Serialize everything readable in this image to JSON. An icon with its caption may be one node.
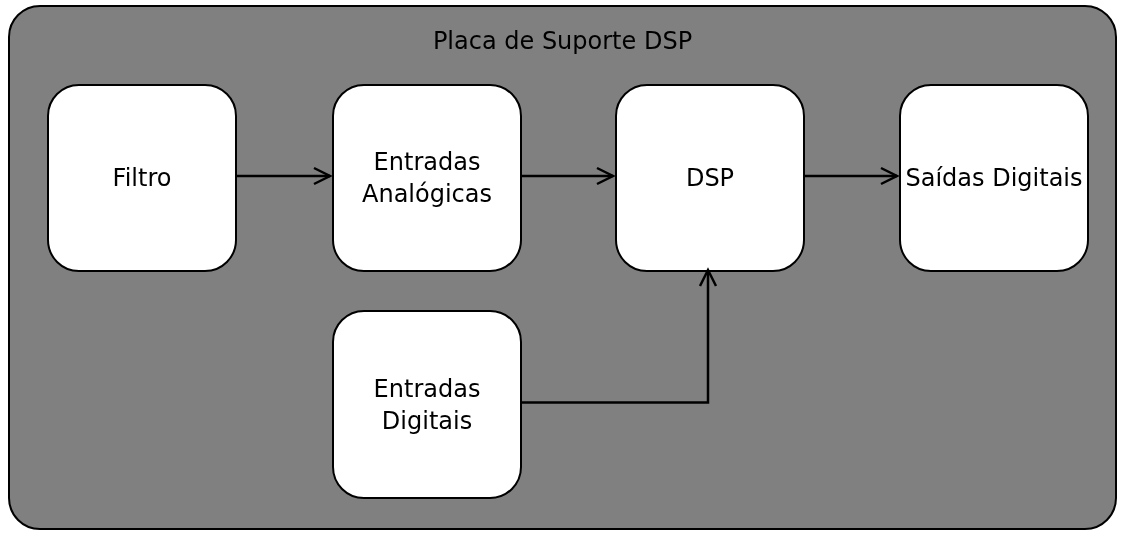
{
  "diagram": {
    "nodes": [
      {
        "text": [
          "Placa de Suporte DSP"
        ]
      },
      {
        "text": [
          "Filtro"
        ],
        "in": 0
      },
      {
        "text": [
          "Entradas Analógicas"
        ],
        "in": 0
      },
      {
        "text": [
          "DSP"
        ],
        "in": 0
      },
      {
        "text": [
          "Saídas Digitais"
        ],
        "in": 0
      },
      {
        "text": [
          "Entradas Digitais"
        ],
        "in": 0
      }
    ],
    "edges": [
      {
        "from": 1,
        "to": 2,
        "arrow": "to"
      },
      {
        "from": 2,
        "to": 3,
        "arrow": "to"
      },
      {
        "from": 3,
        "to": 4,
        "arrow": "to"
      },
      {
        "from": 5,
        "to": 3,
        "arrow": "to"
      }
    ]
  }
}
